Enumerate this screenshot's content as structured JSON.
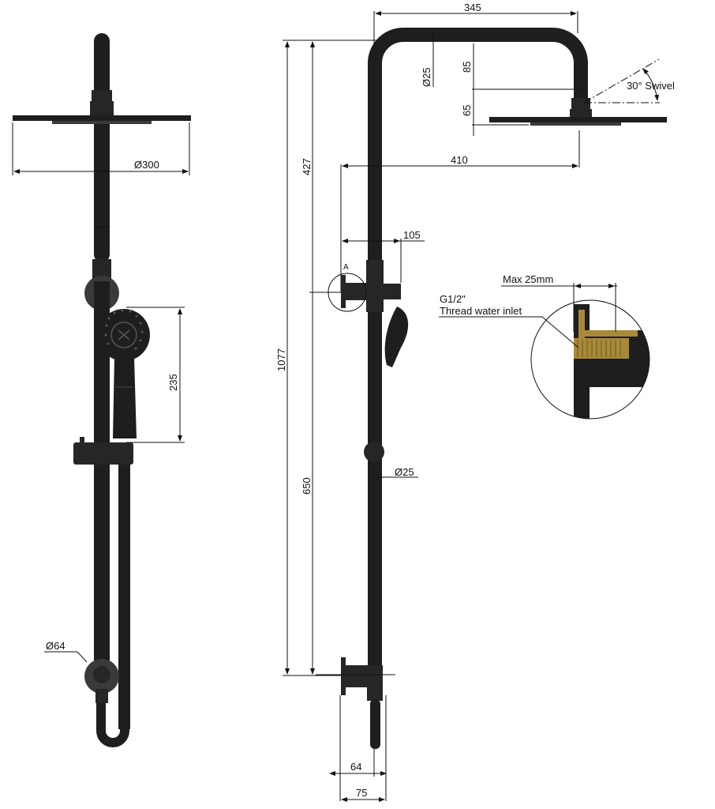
{
  "drawing": {
    "title": "Shower system technical drawing",
    "views": [
      "front-view",
      "side-view",
      "detail-A"
    ],
    "colors": {
      "product": "#1e1e1e",
      "lines": "#111111",
      "thread": "#a8893a",
      "background": "#ffffff"
    }
  },
  "front_view": {
    "dimensions": {
      "rain_head_diameter": "Ø300",
      "hand_shower_length": "235",
      "wall_bracket_diameter": "Ø64"
    }
  },
  "side_view": {
    "dimensions": {
      "arm_reach": "345",
      "pipe_diameter_top": "Ø25",
      "arm_drop": "85",
      "head_drop": "65",
      "swivel": "30° Swivel",
      "head_projection": "410",
      "upper_height": "427",
      "total_height": "1077",
      "lower_height": "650",
      "diverter_projection": "105",
      "detail_marker": "A",
      "pipe_diameter_bottom": "Ø25",
      "bottom_inlet_projection": "64",
      "bottom_overall_projection": "75"
    }
  },
  "detail_a": {
    "max_label": "Max 25mm",
    "thread_label_line1": "G1/2\"",
    "thread_label_line2": "Thread water inlet"
  }
}
